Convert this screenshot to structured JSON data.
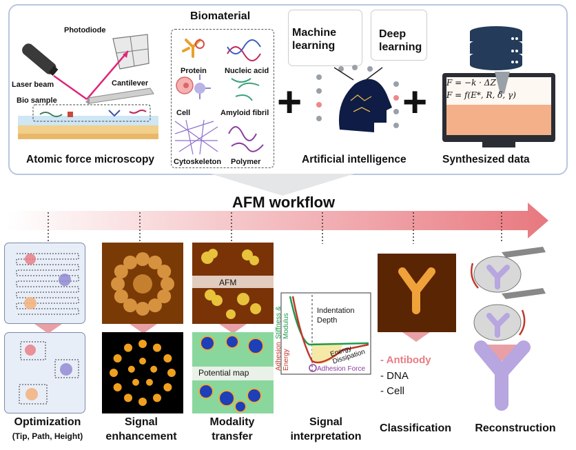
{
  "top": {
    "biomaterial_title": "Biomaterial",
    "photodiode": "Photodiode",
    "laser_beam": "Laser beam",
    "cantilever": "Cantilever",
    "bio_sample": "Bio sample",
    "afm_caption": "Atomic force microscopy",
    "biomaterials": [
      "Protein",
      "Nucleic acid",
      "Cell",
      "Amyloid fibril",
      "Cytoskeleton",
      "Polymer"
    ],
    "machine_learning": "Machine learning",
    "deep_learning": "Deep learning",
    "ai_caption": "Artificial intelligence",
    "formula_1": "F = −k · ΔZ",
    "formula_2": "F = f(E*, R, δ, γ)",
    "synth_caption": "Synthesized data",
    "plus": "+"
  },
  "workflow": {
    "title": "AFM workflow",
    "afm_overlay": "AFM",
    "potential_overlay": "Potential map",
    "indentation": "Indentation Depth",
    "stiffness": "Stiffness & Modulus",
    "adhesion_energy": "Adhesion Energy",
    "energy_dissipation": "Energy Dissipation",
    "adhesion_force": "Adhesion Force",
    "classes": [
      "- Antibody",
      "- DNA",
      "- Cell"
    ],
    "steps": [
      {
        "line1": "Optimization",
        "line2": "(Tip, Path, Height)"
      },
      {
        "line1": "Signal",
        "line2": "enhancement"
      },
      {
        "line1": "Modality",
        "line2": "transfer"
      },
      {
        "line1": "Signal",
        "line2": "interpretation"
      },
      {
        "line1": "Classification",
        "line2": ""
      },
      {
        "line1": "Reconstruction",
        "line2": ""
      }
    ]
  },
  "colors": {
    "frame": "#b9c6de",
    "arrow": "#e8878d",
    "antibody": "#e87c84",
    "tan": "#f2b483"
  }
}
